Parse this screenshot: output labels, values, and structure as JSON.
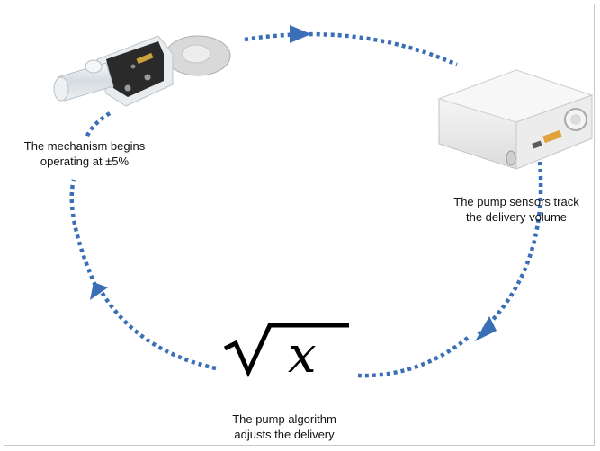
{
  "nodes": {
    "mechanism": {
      "label_line1": "The mechanism begins",
      "label_line2": "operating at ±5%",
      "icon": "pump-mechanism-icon"
    },
    "sensors": {
      "label_line1": "The pump sensors track",
      "label_line2": "the delivery volume",
      "icon": "infusion-pump-device-icon"
    },
    "algorithm": {
      "label_line1": "The pump algorithm",
      "label_line2": "adjusts the delivery",
      "icon": "square-root-x-icon",
      "symbol": "√x"
    }
  },
  "colors": {
    "arrow": "#3a6fb7",
    "border": "#c8c8c8",
    "text": "#111111"
  }
}
